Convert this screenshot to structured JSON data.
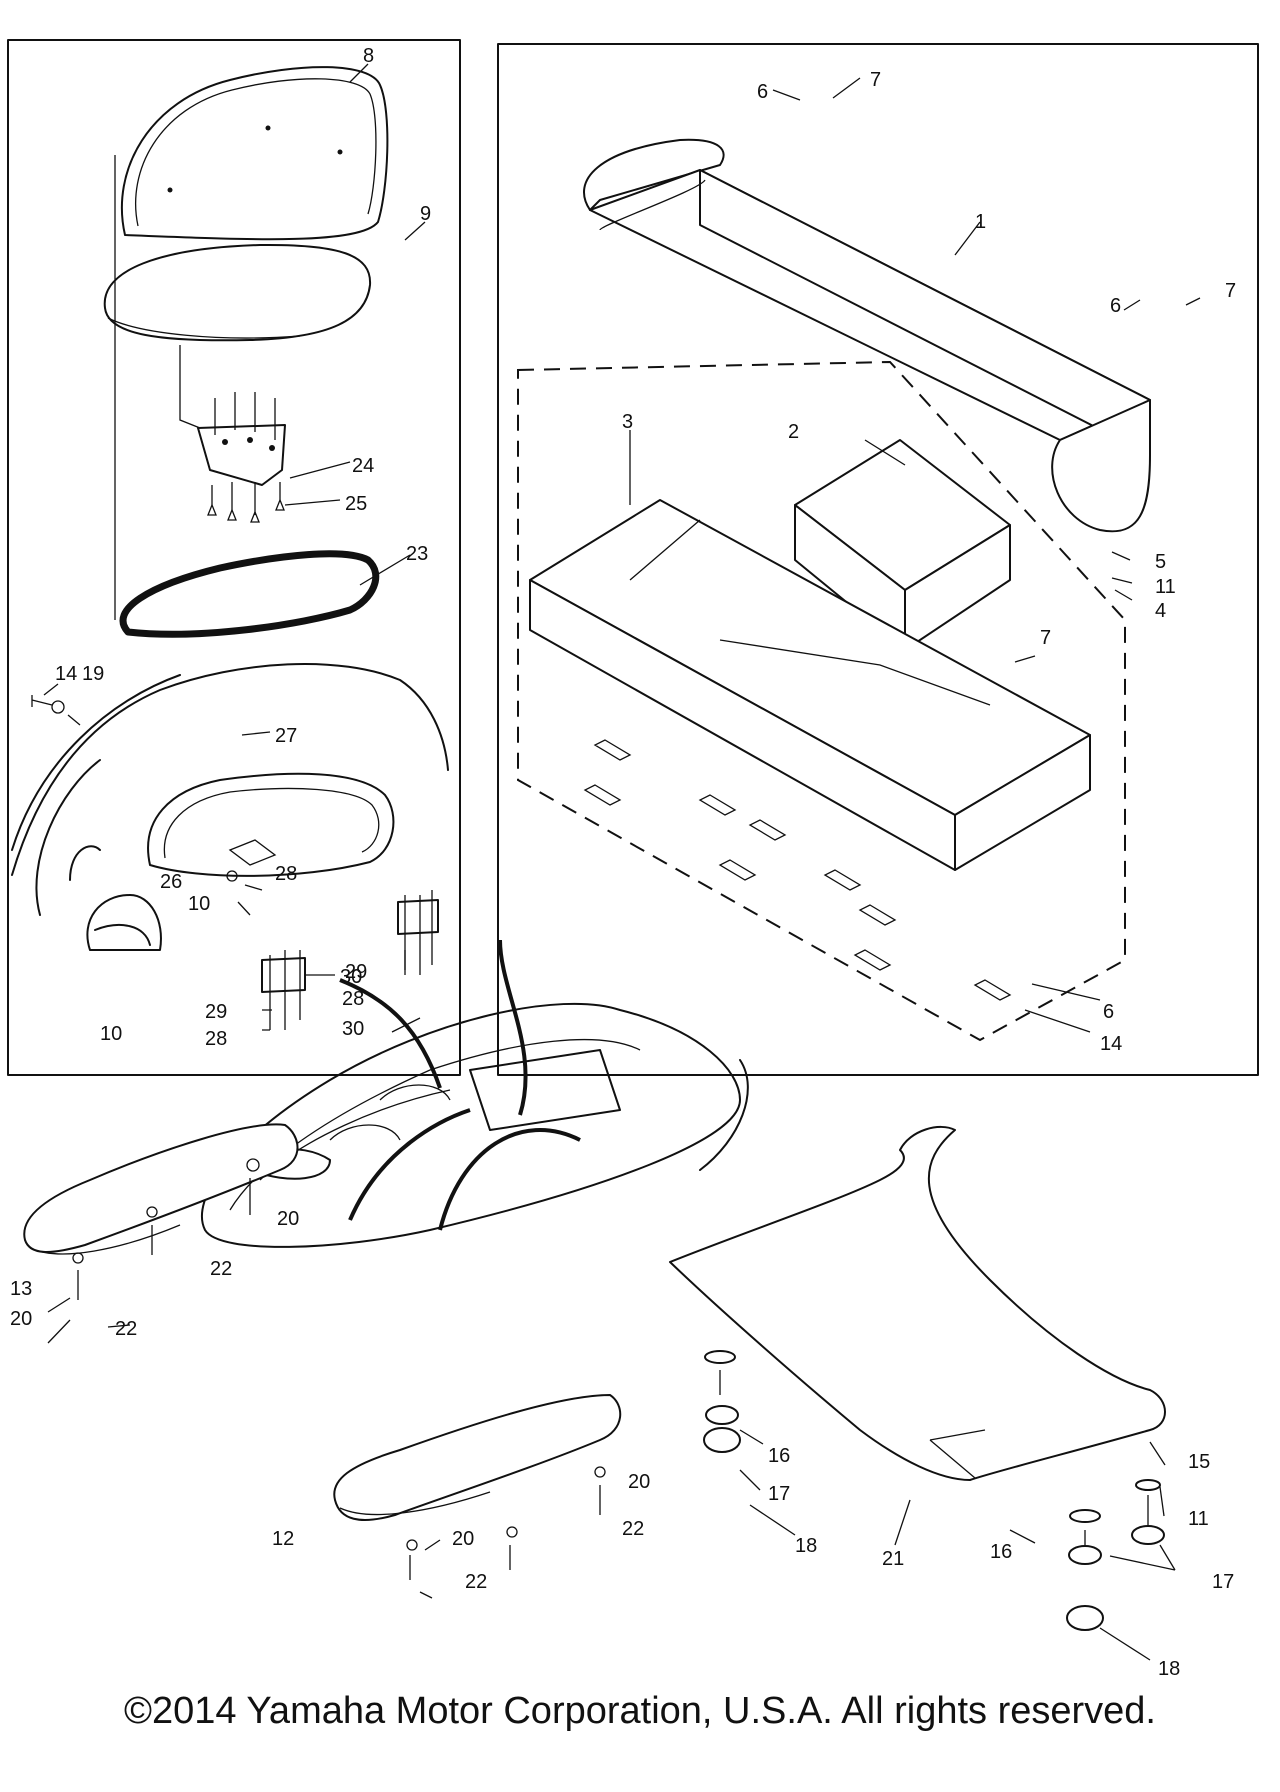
{
  "diagram": {
    "labels": {
      "l8": "8",
      "l9": "9",
      "l24": "24",
      "l25": "25",
      "l23": "23",
      "l14a": "14",
      "l19": "19",
      "l27": "27",
      "l26": "26",
      "l28a": "28",
      "l10a": "10",
      "l30a": "30",
      "l29a": "29",
      "l28b": "28",
      "l30b": "30",
      "l29b": "29",
      "l28c": "28",
      "l10b": "10",
      "l6a": "6",
      "l7a": "7",
      "l1": "1",
      "l6b": "6",
      "l7b": "7",
      "l3": "3",
      "l2": "2",
      "l5": "5",
      "l11a": "11",
      "l4": "4",
      "l7c": "7",
      "l6c": "6",
      "l14b": "14",
      "l20a": "20",
      "l22a": "22",
      "l13": "13",
      "l20b": "20",
      "l22b": "22",
      "l16a": "16",
      "l17a": "17",
      "l18a": "18",
      "l15": "15",
      "l11b": "11",
      "l20c": "20",
      "l22c": "22",
      "l12": "12",
      "l20d": "20",
      "l22d": "22",
      "l21": "21",
      "l16b": "16",
      "l17b": "17",
      "l18b": "18"
    }
  },
  "copyright": "©2014 Yamaha Motor Corporation, U.S.A. All rights reserved."
}
